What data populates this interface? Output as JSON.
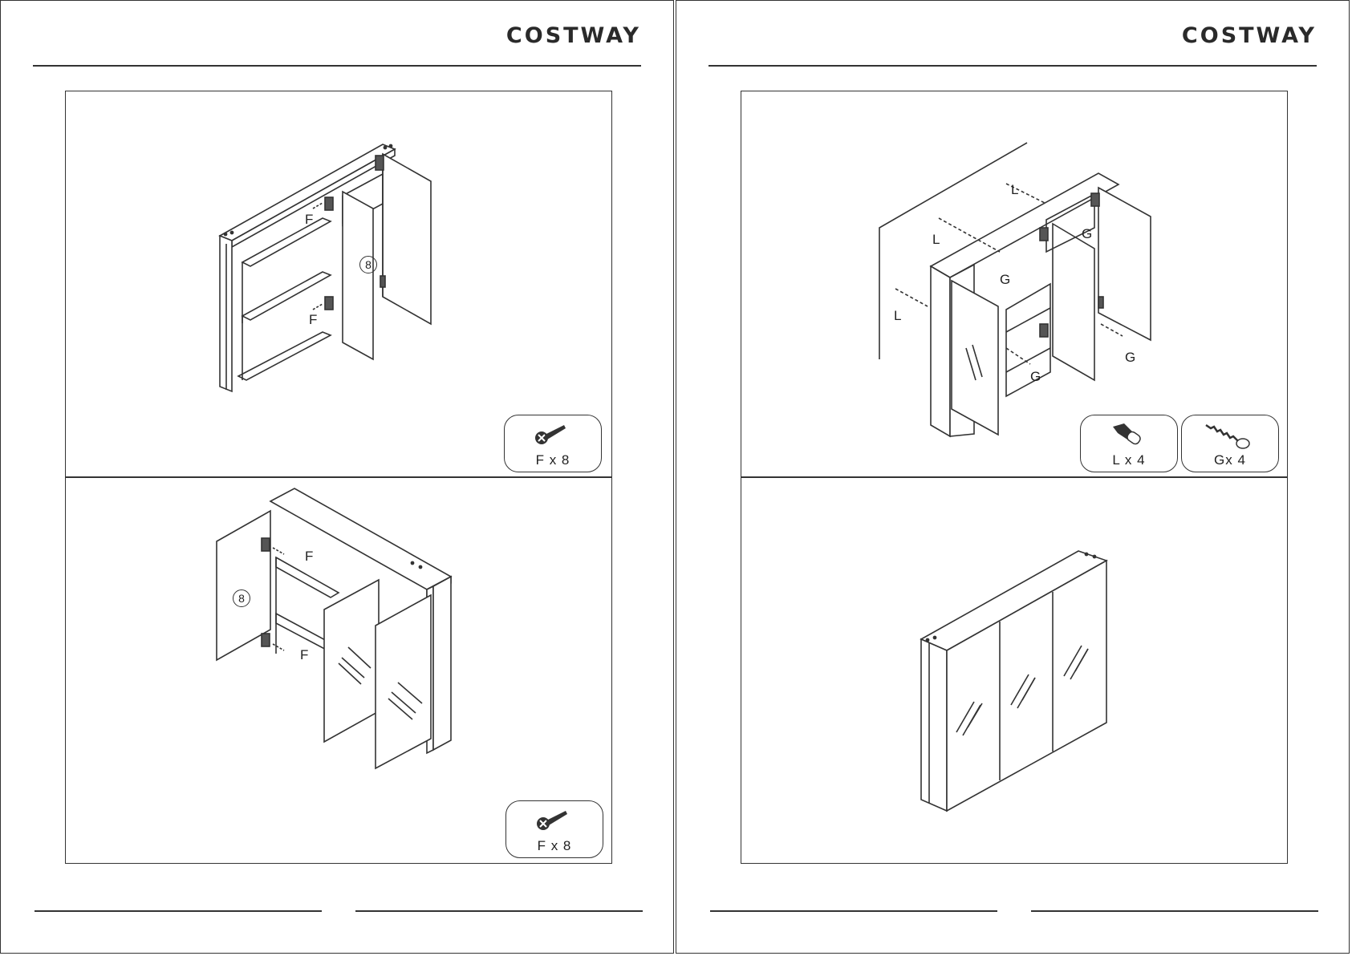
{
  "brand": "COSTWAY",
  "left_page": {
    "step_top": {
      "part_number": "8",
      "callouts": [
        "F",
        "F"
      ],
      "badge": {
        "icon": "screw-icon",
        "label": "F x 8"
      }
    },
    "step_bottom": {
      "part_number": "8",
      "callouts": [
        "F",
        "F"
      ],
      "badge": {
        "icon": "screw-icon",
        "label": "F x 8"
      }
    }
  },
  "right_page": {
    "step_top": {
      "callouts": [
        "L",
        "L",
        "L",
        "G",
        "G",
        "G",
        "G"
      ],
      "badges": [
        {
          "icon": "wall-anchor-icon",
          "label": "L x 4"
        },
        {
          "icon": "wood-screw-icon",
          "label": "Gx 4"
        }
      ]
    },
    "step_bottom": {}
  }
}
